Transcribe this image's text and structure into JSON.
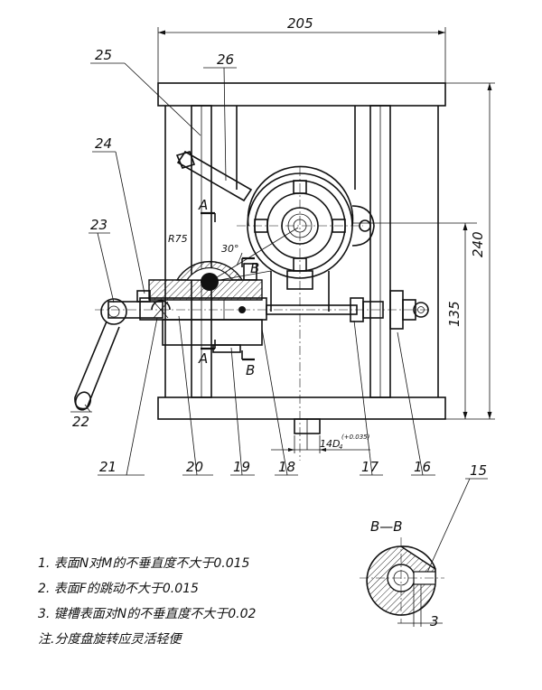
{
  "dimensions": {
    "width": "205",
    "height": "240",
    "height_135": "135",
    "bore": "14D",
    "bore_sub": "4",
    "bore_tol": "(+0.035)",
    "radius": "R75",
    "angle": "30°",
    "slot": "3"
  },
  "sections": {
    "a": "A",
    "b": "B",
    "view_title": "B—B"
  },
  "parts": [
    "25",
    "26",
    "24",
    "23",
    "22",
    "21",
    "20",
    "19",
    "18",
    "17",
    "16",
    "15"
  ],
  "notes": [
    "1. 表面N对M的不垂直度不大于0.015",
    "2. 表面F的跳动不大于0.015",
    "3. 键槽表面对N的不垂直度不大于0.02",
    "注.分度盘旋转应灵活轻便"
  ]
}
